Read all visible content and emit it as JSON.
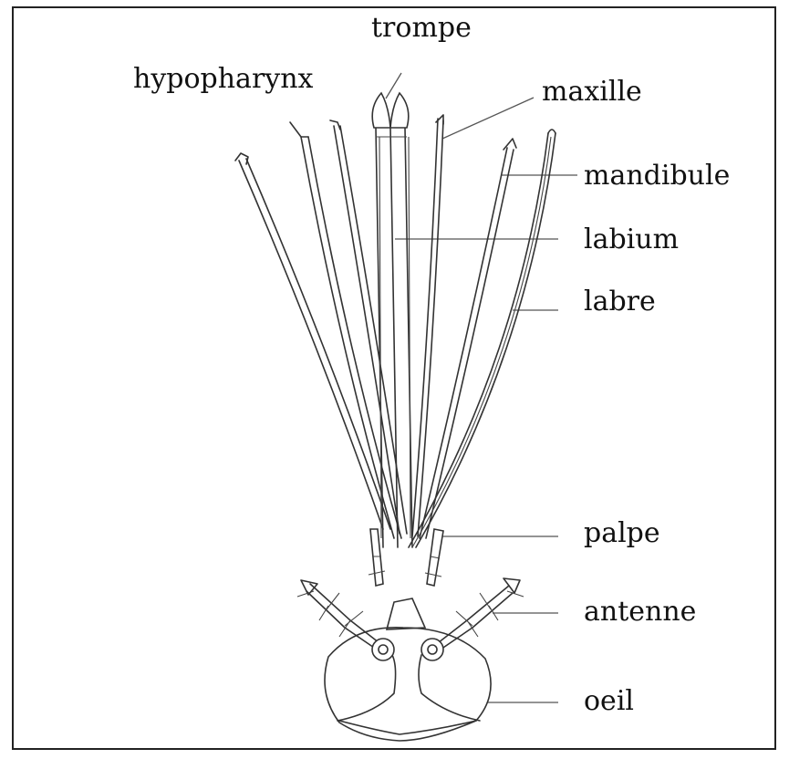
{
  "labels": {
    "trompe": "trompe",
    "hypopharynx": "hypopharynx",
    "maxille": "maxille",
    "mandibule": "mandibule",
    "labium": "labium",
    "labre": "labre",
    "palpe": "palpe",
    "antenne": "antenne",
    "oeil": "oeil"
  }
}
